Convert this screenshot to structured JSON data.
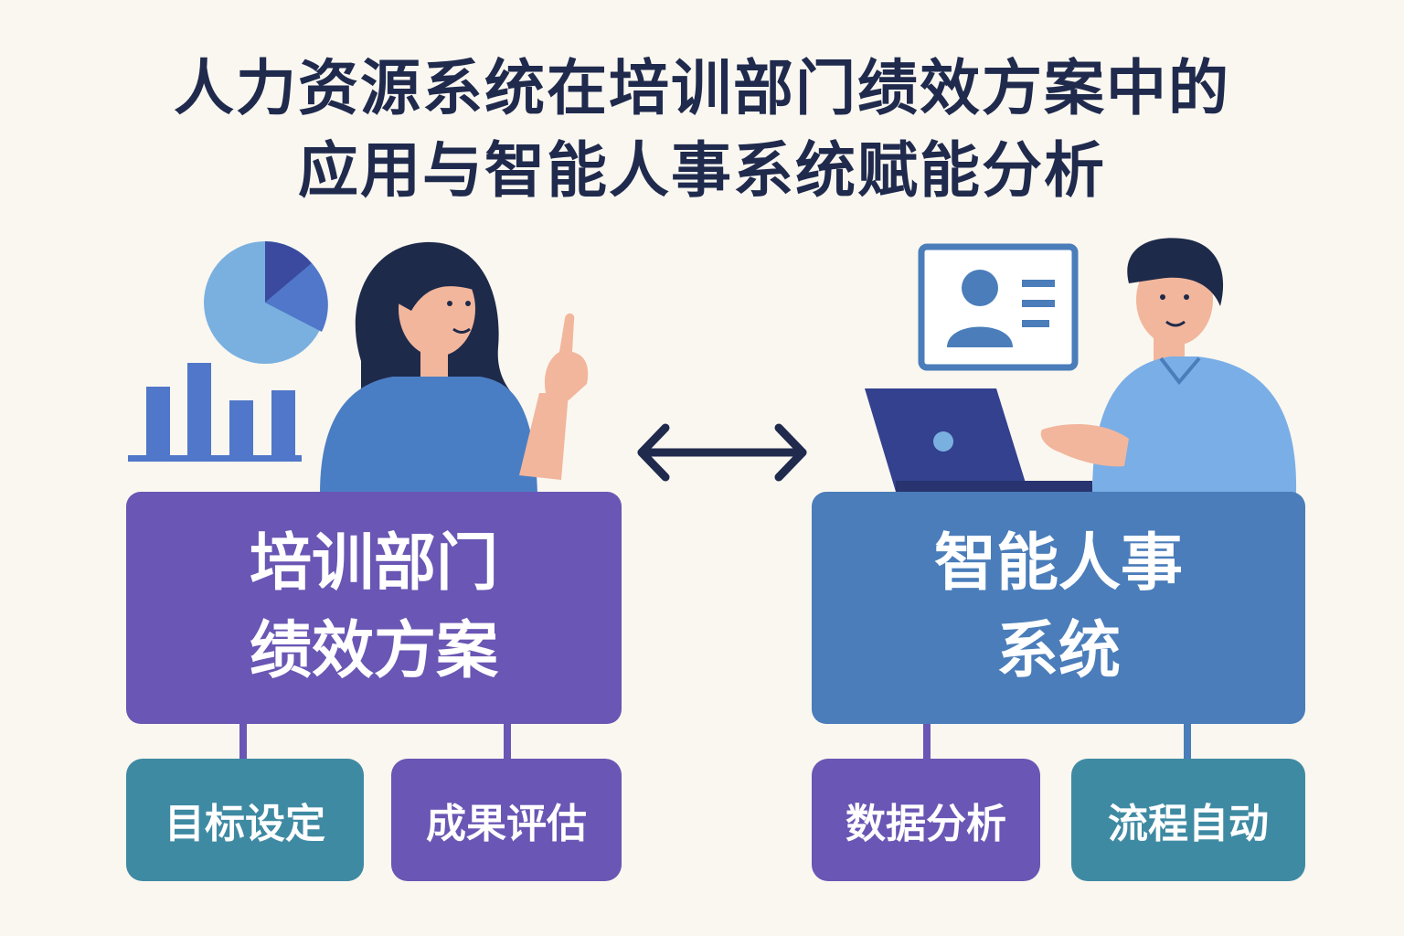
{
  "title": {
    "line1": "人力资源系统在培训部门绩效方案中的",
    "line2": "应用与智能人事系统赋能分析"
  },
  "left": {
    "main_line1": "培训部门",
    "main_line2": "绩效方案",
    "sub1": "目标设定",
    "sub2": "成果评估"
  },
  "right": {
    "main_line1": "智能人事",
    "main_line2": "系统",
    "sub1": "数据分析",
    "sub2": "流程自动"
  },
  "colors": {
    "background": "#faf7f0",
    "title": "#1f2a4d",
    "purple": "#6a56b4",
    "blue": "#4a7dba",
    "teal": "#3f8aa3"
  },
  "icons": [
    "pie-chart-icon",
    "bar-chart-icon",
    "double-arrow-icon",
    "profile-card-icon",
    "laptop-icon"
  ]
}
